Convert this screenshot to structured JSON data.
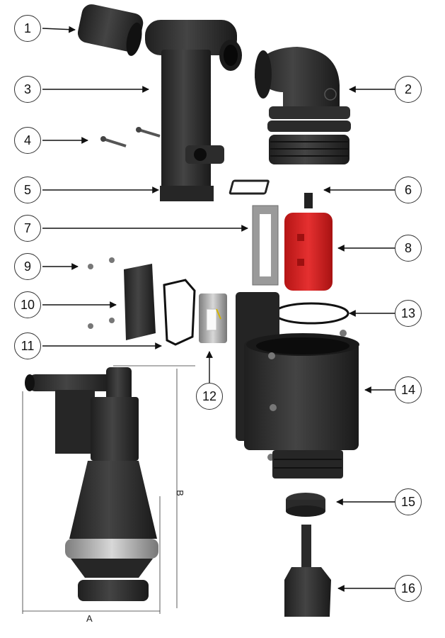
{
  "callouts": [
    "1",
    "2",
    "3",
    "4",
    "5",
    "6",
    "7",
    "8",
    "9",
    "10",
    "11",
    "12",
    "13",
    "14",
    "15",
    "16"
  ],
  "dimensions": {
    "a": "A",
    "b": "B"
  },
  "colors": {
    "part": "#2b2b2b",
    "part_light": "#3c3c3c",
    "accent_red": "#d32020",
    "silver": "#a9a9a9",
    "line": "#111111"
  }
}
